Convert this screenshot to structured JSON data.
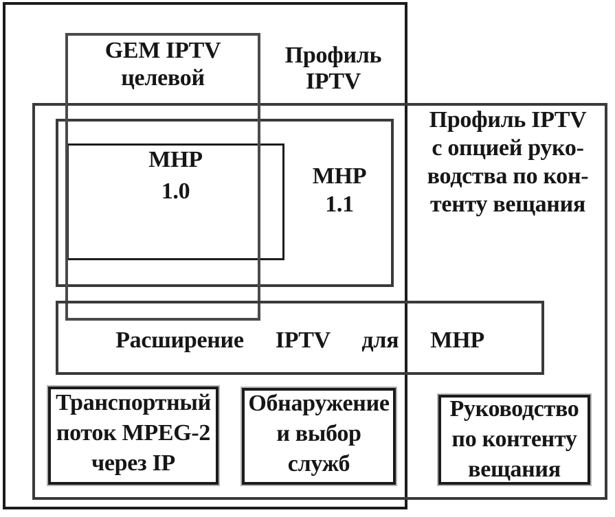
{
  "diagram": {
    "labels": {
      "profile_iptv_top": {
        "lines": [
          "Профиль",
          "IPTV"
        ]
      },
      "gem_target": {
        "lines": [
          "GEM IPTV",
          "целевой"
        ]
      },
      "profile_option": {
        "lines": [
          "Профиль IPTV",
          "с опцией руко-",
          "водства по кон-",
          "тенту вещания"
        ]
      },
      "mhp_10": {
        "lines": [
          "MHP",
          "1.0"
        ]
      },
      "mhp_11": {
        "lines": [
          "MHP",
          "1.1"
        ]
      },
      "iptv_extension": {
        "text": "Расширение IPTV для MHP"
      },
      "transport_stream": {
        "lines": [
          "Транспортный",
          "поток MPEG-2",
          "через IP"
        ]
      },
      "service_discovery": {
        "lines": [
          "Обнаружение",
          "и выбор",
          "служб"
        ]
      },
      "content_guide": {
        "lines": [
          "Руководство",
          "по контенту",
          "вещания"
        ]
      }
    },
    "colors": {
      "background": "#ffffff",
      "ink": "#161616",
      "line_black": "#1b1b1b",
      "line_dark": "#3a3a3a",
      "line_gray": "#4a4a4a",
      "line_halo": "#b3b3b3"
    }
  }
}
